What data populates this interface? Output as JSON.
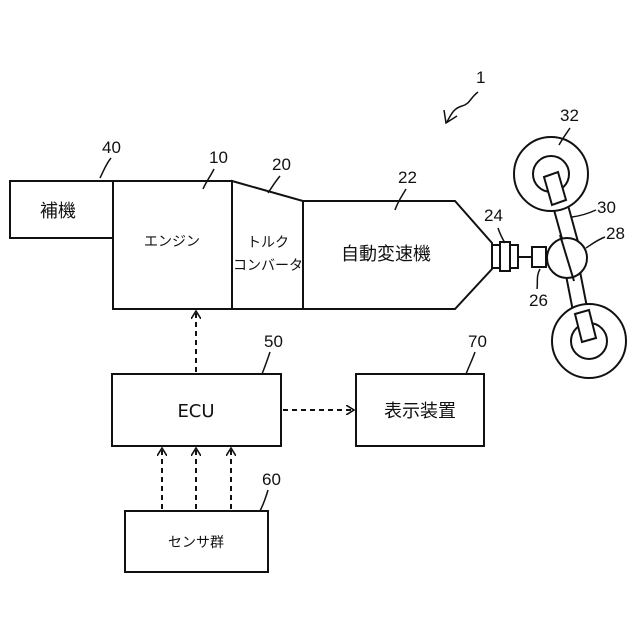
{
  "figure": {
    "ref_system": "1",
    "auxiliary": {
      "label": "補機",
      "ref": "40"
    },
    "engine": {
      "label": "エンジン",
      "ref": "10"
    },
    "torque_converter": {
      "label_line1": "トルク",
      "label_line2": "コンバータ",
      "ref": "20"
    },
    "transmission": {
      "label": "自動変速機",
      "ref": "22"
    },
    "output_shaft_ref": "24",
    "joint_ref": "26",
    "differential_ref": "28",
    "drive_shaft_ref": "30",
    "wheel_ref": "32",
    "ecu": {
      "label": "ECU",
      "ref": "50"
    },
    "display": {
      "label": "表示装置",
      "ref": "70"
    },
    "sensors": {
      "label": "センサ群",
      "ref": "60"
    }
  }
}
